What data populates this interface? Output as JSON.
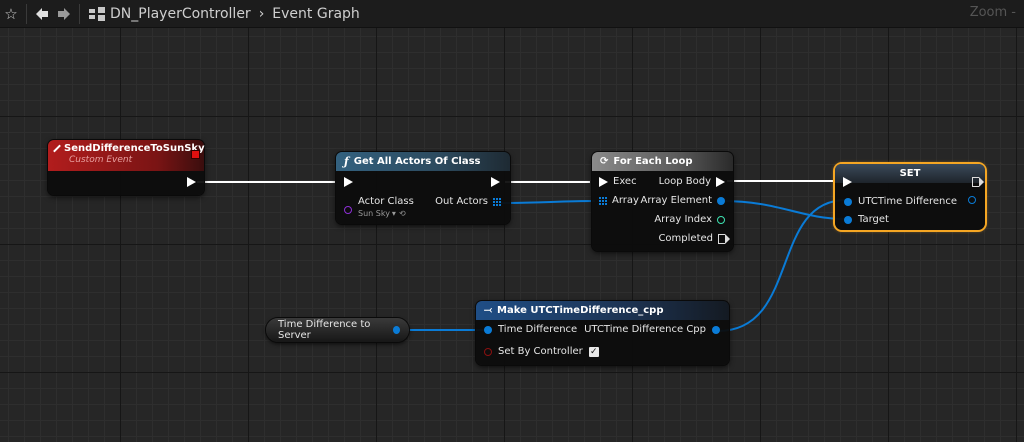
{
  "toolbar": {
    "breadcrumb_blueprint": "DN_PlayerController",
    "breadcrumb_graph": "Event Graph",
    "zoom_label": "Zoom -"
  },
  "nodes": {
    "event": {
      "title": "SendDifferenceToSunSky",
      "subtitle": "Custom Event"
    },
    "get_all_actors": {
      "title": "Get All Actors Of Class",
      "actor_class_label": "Actor Class",
      "actor_class_value": "Sun Sky",
      "out_actors_label": "Out Actors"
    },
    "for_each": {
      "title": "For Each Loop",
      "exec_label": "Exec",
      "array_label": "Array",
      "loop_body_label": "Loop Body",
      "array_element_label": "Array Element",
      "array_index_label": "Array Index",
      "completed_label": "Completed"
    },
    "set": {
      "title": "SET",
      "utc_label": "UTCTime Difference",
      "target_label": "Target"
    },
    "make": {
      "title": "Make UTCTimeDifference_cpp",
      "time_diff_label": "Time Difference",
      "out_label": "UTCTime Difference Cpp",
      "set_by_label": "Set By Controller",
      "set_by_checked": true
    },
    "variable": {
      "label": "Time Difference to Server"
    }
  },
  "colors": {
    "exec_wire": "#ffffff",
    "struct_wire": "#0a7bd6",
    "selection": "#f5a623"
  }
}
